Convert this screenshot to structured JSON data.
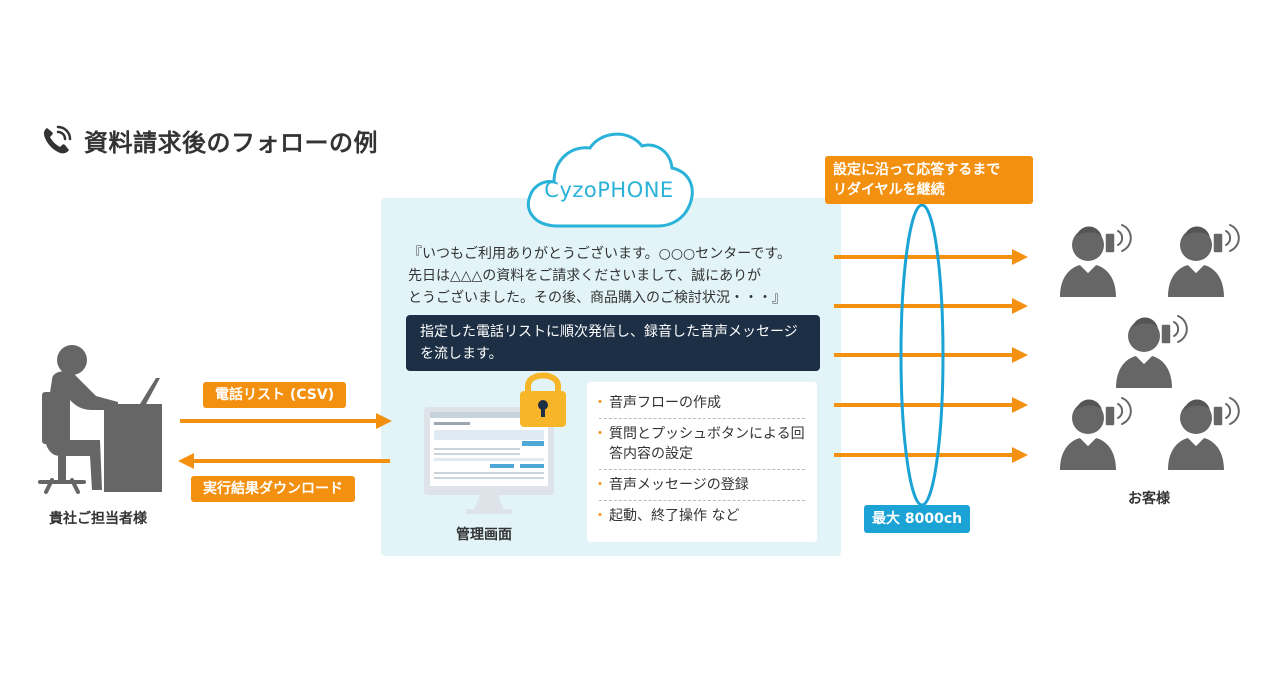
{
  "title": "資料請求後のフォローの例",
  "service_name": "CyzoPHONE",
  "quote_lines": [
    "『いつもご利用ありがとうございます。○○○センターです。",
    "先日は△△△の資料をご請求くださいまして、誠にありが",
    "とうございました。その後、商品購入のご検討状況・・・』"
  ],
  "broadcast_description_lines": [
    "指定した電話リストに順次発信し、録音した音声メッセージ",
    "を流します。"
  ],
  "features": [
    "音声フローの作成",
    "質問とプッシュボタンによる回答内容の設定",
    "音声メッセージの登録",
    "起動、終了操作 など"
  ],
  "labels": {
    "phone_list": "電話リスト (CSV)",
    "result_download": "実行結果ダウンロード",
    "redial_lines": [
      "設定に沿って応答するまで",
      "リダイヤルを継続"
    ],
    "max_channels": "最大 8000ch",
    "staff": "貴社ご担当者様",
    "admin_screen": "管理画面",
    "customers": "お客様"
  },
  "colors": {
    "accent_orange": "#f39010",
    "accent_blue": "#1ba3d6",
    "dark_navy": "#1d2f45",
    "panel_bg": "#e3f4f9",
    "figure_gray": "#666666"
  },
  "icons": [
    "phone-call-icon",
    "cloud-icon",
    "monitor-icon",
    "padlock-icon",
    "person-at-desk-icon",
    "person-on-phone-icon"
  ]
}
